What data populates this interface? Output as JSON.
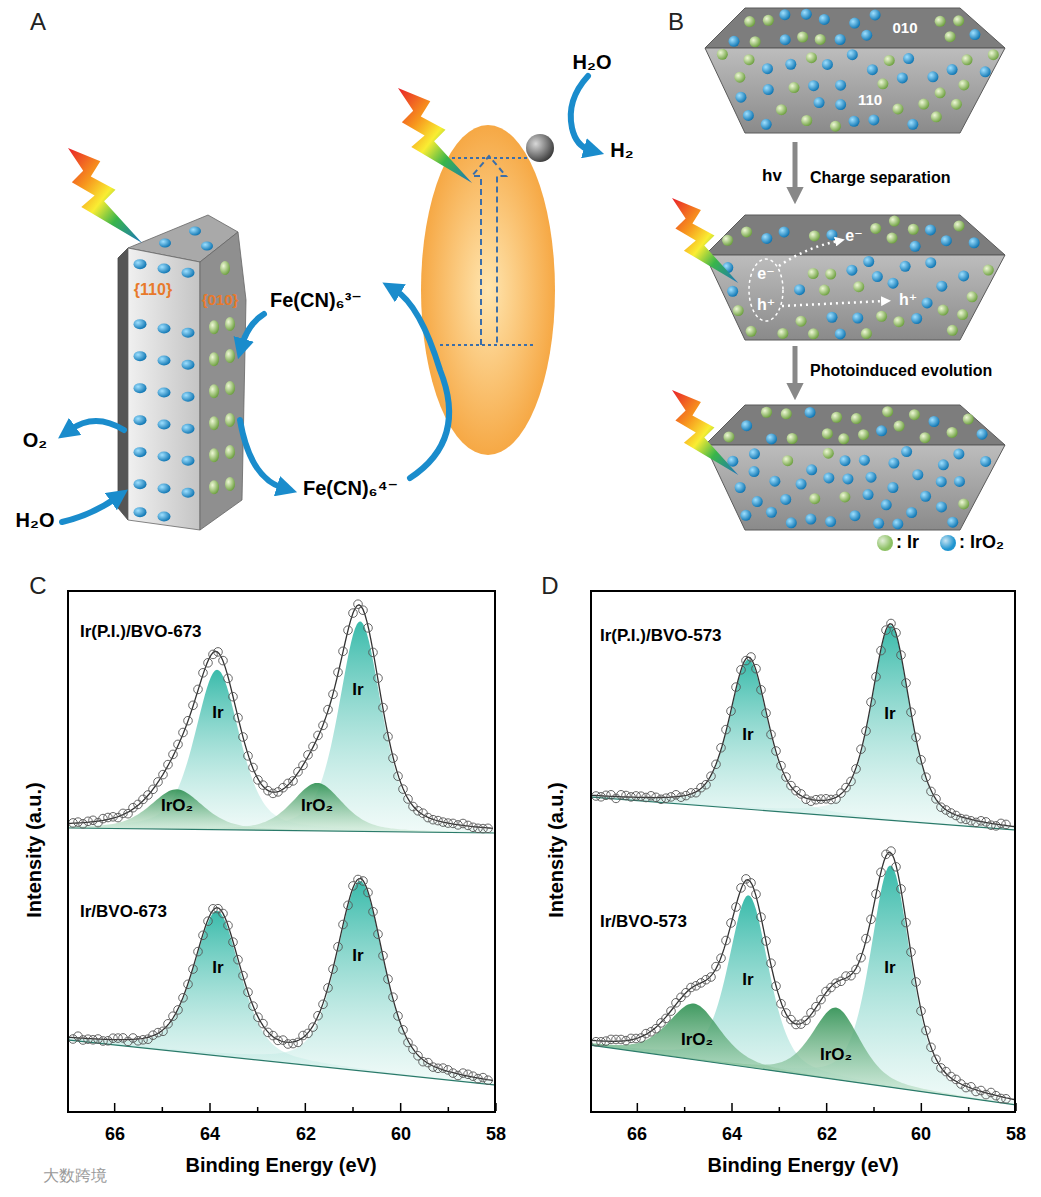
{
  "diagram": {
    "nodes": [
      {
        "text": [
          "{110}",
          "{010}"
        ]
      },
      {
        "text": [
          "010",
          "110"
        ]
      },
      {
        "text": [
          "e⁻",
          "h⁺",
          "e⁻",
          "h⁺"
        ]
      },
      {
        "text": [
          "Ir(P.I.)/BVO-673",
          "Ir",
          "IrO₂",
          "Ir",
          "IrO₂",
          "Ir/BVO-673",
          "Ir",
          "Ir"
        ]
      },
      {
        "text": [
          "Ir(P.I.)/BVO-573",
          "Ir",
          "Ir",
          "Ir/BVO-573",
          "Ir",
          "Ir",
          "IrO₂",
          "IrO₂"
        ]
      }
    ],
    "labels": [
      "A",
      "B",
      "C",
      "D",
      "O₂",
      "H₂O",
      "Fe(CN)₆³⁻",
      "Fe(CN)₆⁴⁻",
      "H₂O",
      "H₂",
      "hv",
      "Charge separation",
      "Photoinduced evolution",
      "Intensity (a.u.)",
      "66",
      "64",
      "62",
      "60",
      "58",
      "Binding Energy (eV)",
      "Intensity (a.u.)",
      "66",
      "64",
      "62",
      "60",
      "58",
      "Binding Energy (eV)",
      "大数跨境"
    ],
    "legend": [
      {
        "text": ": Ir",
        "color": "#8cc063"
      },
      {
        "text": ": IrO₂",
        "color": "#1f95d0"
      }
    ]
  }
}
